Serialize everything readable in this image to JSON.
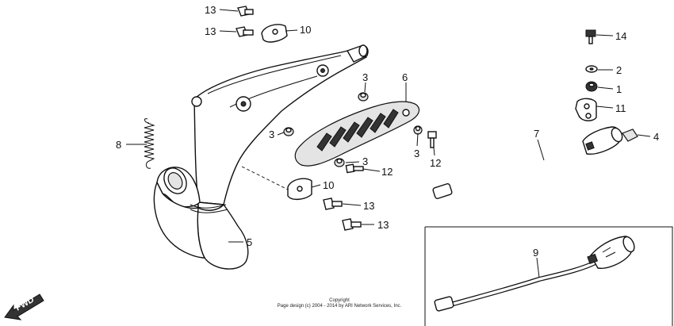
{
  "callouts": {
    "c13a": "13",
    "c13b": "13",
    "c10a": "10",
    "c14": "14",
    "c2": "2",
    "c1": "1",
    "c11": "11",
    "c4": "4",
    "c6": "6",
    "c3a": "3",
    "c3b": "3",
    "c3c": "3",
    "c3d": "3",
    "c12a": "12",
    "c12b": "12",
    "c8": "8",
    "c7": "7",
    "c10b": "10",
    "c13c": "13",
    "c13d": "13",
    "c5": "5",
    "c9": "9"
  },
  "fwd_label": "FWD",
  "copyright": {
    "line1": "Copyright",
    "line2": "Page design (c) 2004 - 2014 by ARI Network Services, Inc."
  }
}
